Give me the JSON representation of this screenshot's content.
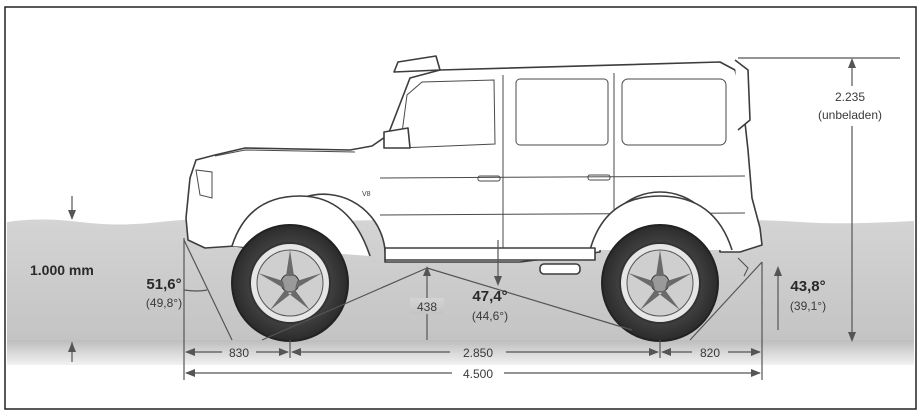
{
  "wading_depth": "1.000 mm",
  "height": {
    "value": "2.235",
    "note": "(unbeladen)"
  },
  "approach_angle": {
    "loaded": "51,6°",
    "unloaded": "(49,8°)"
  },
  "breakover_angle": {
    "loaded": "47,4°",
    "unloaded": "(44,6°)"
  },
  "departure_angle": {
    "loaded": "43,8°",
    "unloaded": "(39,1°)"
  },
  "ground_clearance": "438",
  "front_overhang": "830",
  "wheelbase": "2.850",
  "rear_overhang": "820",
  "overall_length": "4.500",
  "badge": "V8"
}
